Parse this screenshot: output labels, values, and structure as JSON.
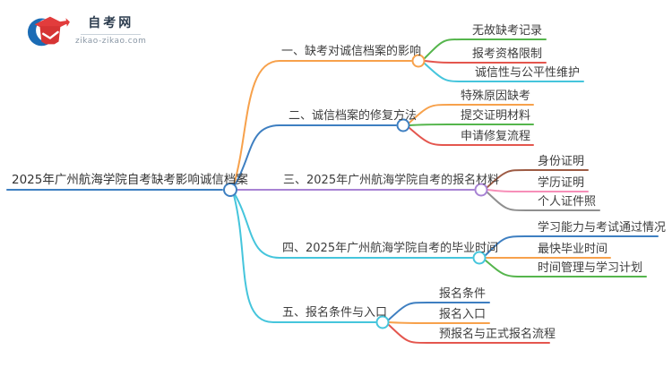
{
  "logo": {
    "site_name": "自考网",
    "site_url": "zikao-zikao.com",
    "icon": "graduation-cap-icon",
    "cap_color": "#e23c3c",
    "cap_front_color": "#d63434",
    "crescent_color": "#1b6cb5"
  },
  "palette": {
    "orange": "#f7a14b",
    "blue": "#3e7fc1",
    "cyan": "#45c5dc",
    "green": "#55b54c",
    "red": "#e4564e",
    "purple": "#a883d4",
    "pink": "#f78fb8",
    "brown": "#9d5b44",
    "gray": "#8f8f8f",
    "text": "#3d3d3d"
  },
  "mindmap": {
    "root": {
      "label": "2025年广州航海学院自考缺考影响诚信档案",
      "color": "#3e7fc1"
    },
    "branches": [
      {
        "label": "一、缺考对诚信档案的影响",
        "color": "#f7a14b",
        "children": [
          {
            "label": "无故缺考记录",
            "color": "#55b54c"
          },
          {
            "label": "报考资格限制",
            "color": "#e4564e"
          },
          {
            "label": "诚信性与公平性维护",
            "color": "#45c5dc"
          }
        ]
      },
      {
        "label": "二、诚信档案的修复方法",
        "color": "#3e7fc1",
        "children": [
          {
            "label": "特殊原因缺考",
            "color": "#f7a14b"
          },
          {
            "label": "提交证明材料",
            "color": "#55b54c"
          },
          {
            "label": "申请修复流程",
            "color": "#e4564e"
          }
        ]
      },
      {
        "label": "三、2025年广州航海学院自考的报名材料",
        "color": "#a883d4",
        "children": [
          {
            "label": "身份证明",
            "color": "#9d5b44"
          },
          {
            "label": "学历证明",
            "color": "#f78fb8"
          },
          {
            "label": "个人证件照",
            "color": "#8f8f8f"
          }
        ]
      },
      {
        "label": "四、2025年广州航海学院自考的毕业时间",
        "color": "#45c5dc",
        "children": [
          {
            "label": "学习能力与考试通过情况",
            "color": "#3e7fc1"
          },
          {
            "label": "最快毕业时间",
            "color": "#f7a14b"
          },
          {
            "label": "时间管理与学习计划",
            "color": "#55b54c"
          }
        ]
      },
      {
        "label": "五、报名条件与入口",
        "color": "#45c5dc",
        "children": [
          {
            "label": "报名条件",
            "color": "#3e7fc1"
          },
          {
            "label": "报名入口",
            "color": "#f7a14b"
          },
          {
            "label": "预报名与正式报名流程",
            "color": "#e4564e"
          }
        ]
      }
    ]
  }
}
